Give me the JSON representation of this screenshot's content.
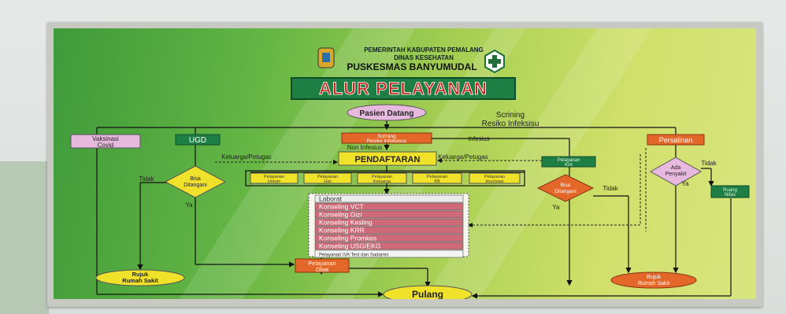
{
  "header": {
    "line1": "PEMERINTAH KABUPATEN PEMALANG",
    "line2": "DINAS KESEHATAN",
    "line3": "PUSKESMAS BANYUMUDAL"
  },
  "title": "ALUR PELAYANAN",
  "nodes": {
    "pasien_datang": "Pasien Datang",
    "scrining_right_1": "Scrining",
    "scrining_right_2": "Resiko Infeksisu",
    "scrining_box_1": "Scrining",
    "scrining_box_2": "Resiko Infeksisus",
    "vaksinasi_1": "Vaksinasi",
    "vaksinasi_2": "Covid",
    "ugd": "UGD",
    "persalinan": "Persalinan",
    "infesius": "Infesius",
    "non_infesius": "Non Infesius",
    "keluarga_left": "Keluarga/Petugas",
    "keluarga_right": "Keluarga/Petugas",
    "pendaftaran": "PENDAFTARAN",
    "tidak_left": "Tidak",
    "bisa_ditangani_1": "Bisa",
    "bisa_ditangani_2": "Ditangani",
    "ya_left": "Ya",
    "pelayanan_1_a": "Pelayanan",
    "pelayanan_1_b": "Umum",
    "pelayanan_2_a": "Pelayanan",
    "pelayanan_2_b": "Gizi",
    "pelayanan_3_a": "Pelayanan",
    "pelayanan_3_b": "Keluarga",
    "pelayanan_4_a": "Pelayanan",
    "pelayanan_4_b": "KB",
    "pelayanan_5_a": "Pelayanan",
    "pelayanan_5_b": "Imunisasi",
    "services": [
      "Laborat",
      "Konseling VCT",
      "Konseling Gizi",
      "Konseling Kesling",
      "Konseling KRR",
      "Konseling Promkes",
      "Konseling USG/EKG",
      "Pelayanan IVA Test dan Sadarnis"
    ],
    "pelayanan_obat_1": "Pelayanan",
    "pelayanan_obat_2": "Obat",
    "rujuk_left_1": "Rujuk",
    "rujuk_left_2": "Rumah Sakit",
    "pulang": "Pulang",
    "pelayanan_kia_1": "Pelayanan",
    "pelayanan_kia_2": "KIA",
    "bisa_right_1": "Bisa",
    "bisa_right_2": "Ditangani",
    "ya_mid": "Ya",
    "tidak_mid": "Tidak",
    "ada_penyakit_1": "Ada",
    "ada_penyakit_2": "Penyakit",
    "tidak_right": "Tidak",
    "ya_right": "Ya",
    "ruang_nifas_1": "Ruang",
    "ruang_nifas_2": "Nifas",
    "rujuk_right_1": "Rujuk",
    "rujuk_right_2": "Rumah Sakit"
  },
  "colors": {
    "pink": "#e8b9df",
    "orange": "#e4672a",
    "yellow": "#f0e22a",
    "dark_green": "#1e7f44",
    "title_red": "#c2261c"
  }
}
